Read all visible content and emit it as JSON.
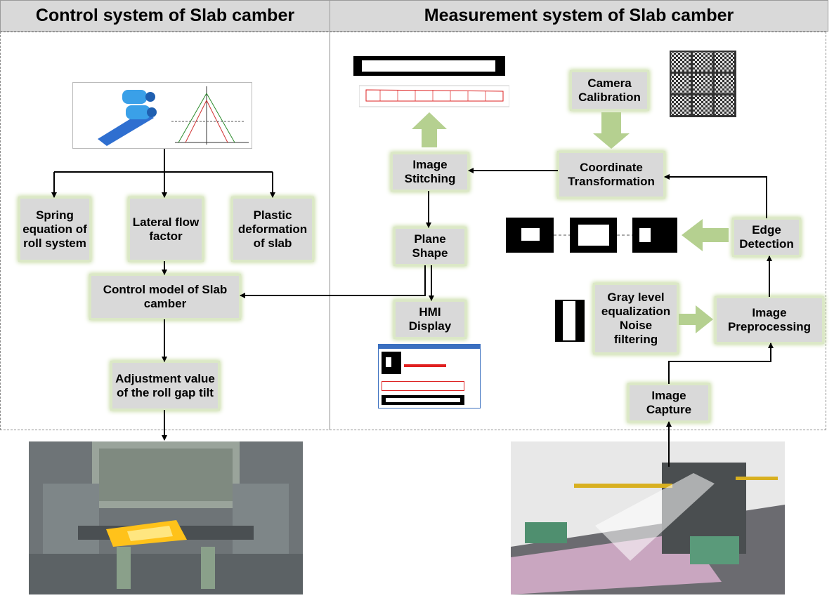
{
  "headers": {
    "control": "Control system of Slab camber",
    "measurement": "Measurement system of Slab camber"
  },
  "control_nodes": {
    "spring_equation": "Spring equation of roll system",
    "lateral_flow": "Lateral flow factor",
    "plastic_deformation": "Plastic deformation of slab",
    "control_model": "Control model of Slab camber",
    "adjustment_value": "Adjustment value of the roll gap tilt"
  },
  "measurement_nodes": {
    "camera_calibration": "Camera Calibration",
    "coordinate_transformation": "Coordinate Transformation",
    "image_stitching": "Image Stitching",
    "plane_shape": "Plane Shape",
    "hmi_display": "HMI Display",
    "edge_detection": "Edge Detection",
    "gray_level": "Gray level equalization Noise filtering",
    "image_preprocessing": "Image Preprocessing",
    "image_capture": "Image Capture"
  },
  "colors": {
    "box_fill": "#d9d9d9",
    "box_glow": "#c5d9a0",
    "green_arrow": "#b5d090",
    "header_fill": "#d9d9d9"
  }
}
